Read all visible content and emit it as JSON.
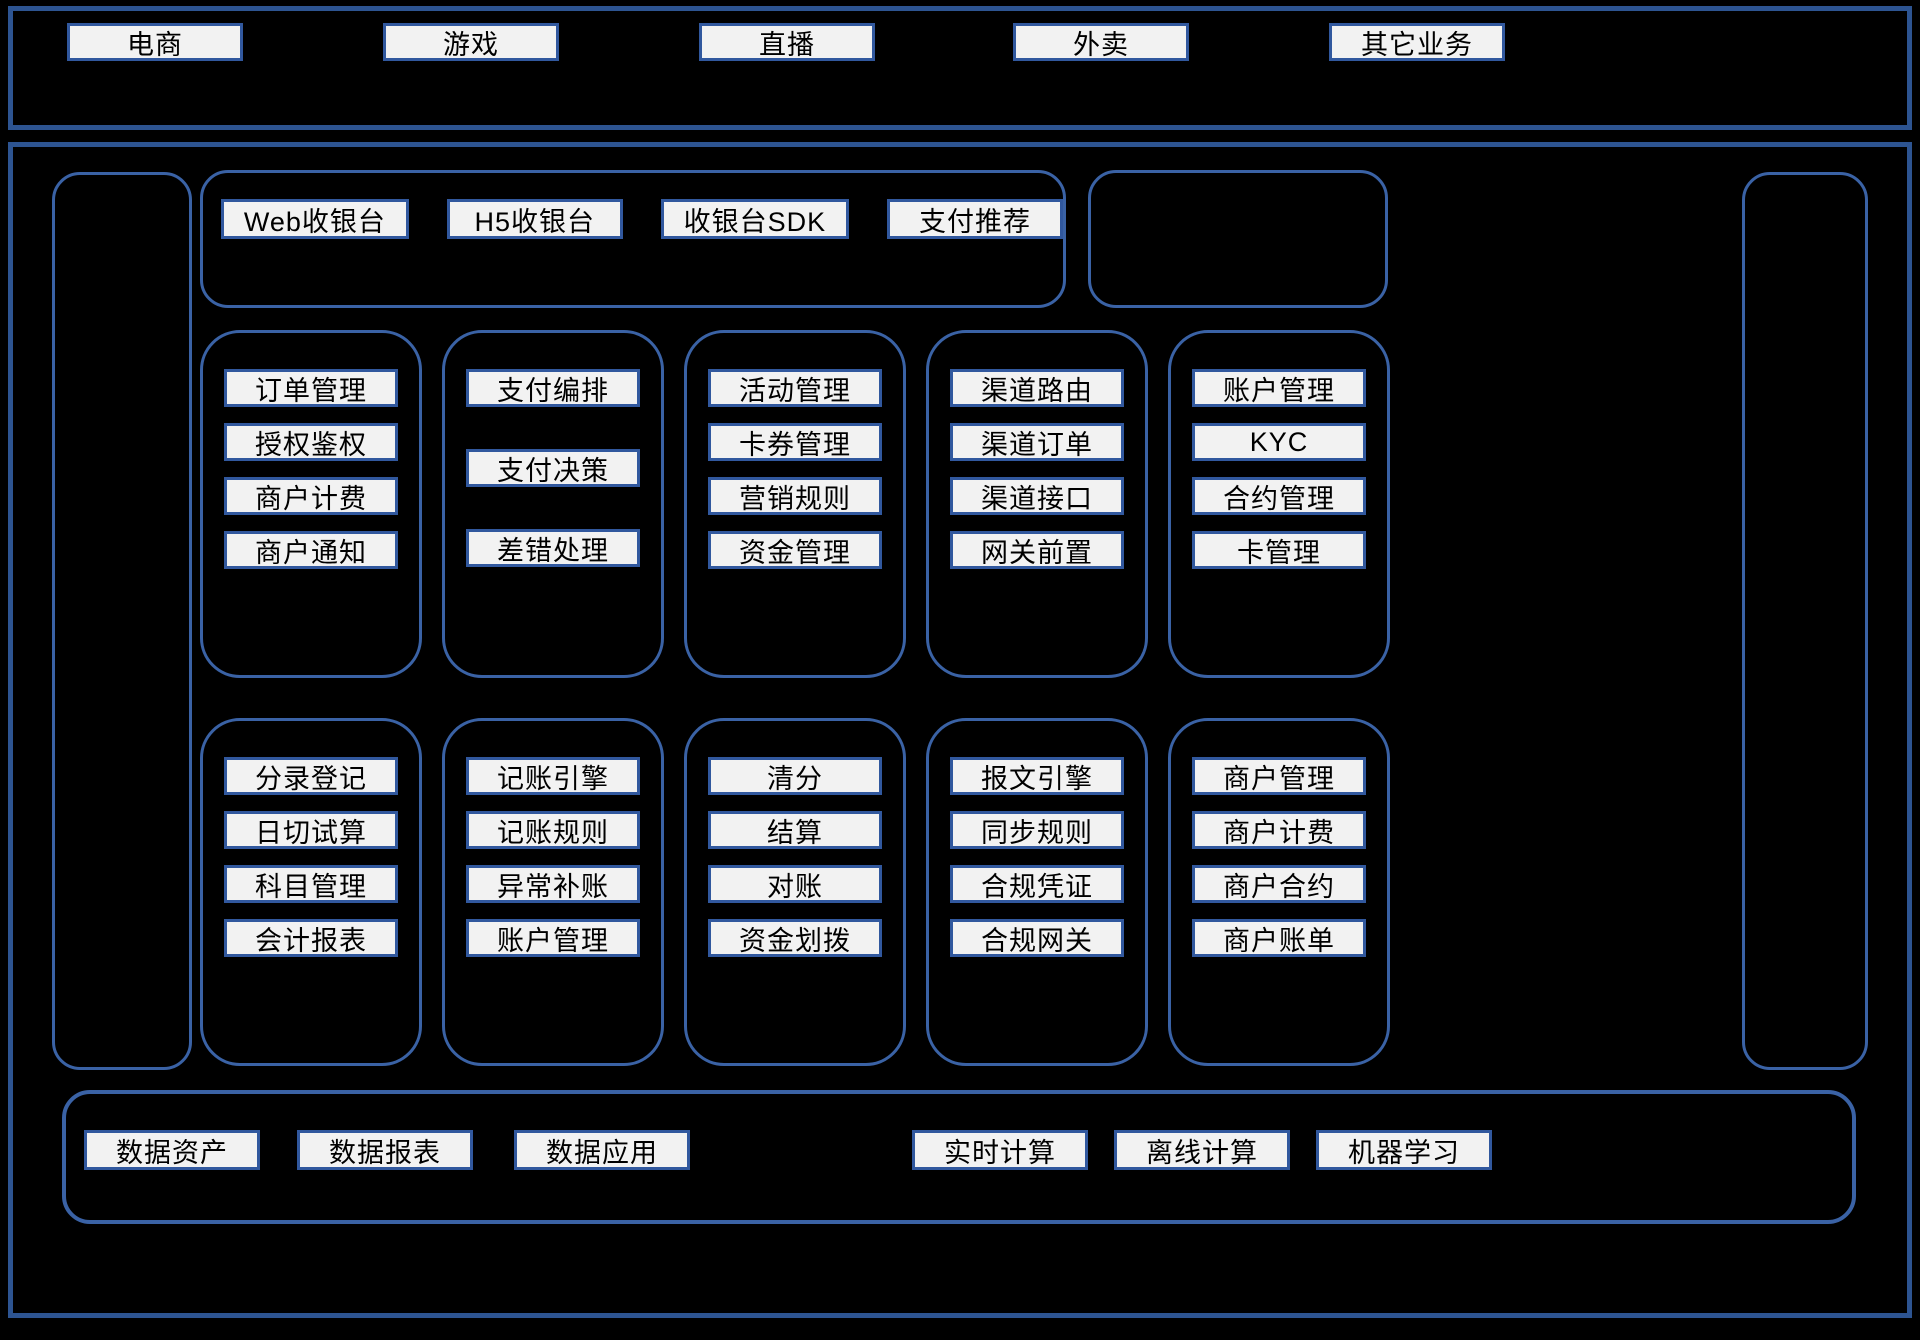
{
  "colors": {
    "canvas_bg": "#000000",
    "frame_border": "#2d5491",
    "container_border": "#3a62a5",
    "chip_bg": "#f2f2f2",
    "chip_border": "#31589e",
    "chip_text": "#000000"
  },
  "business_layer": {
    "items": [
      "电商",
      "游戏",
      "直播",
      "外卖",
      "其它业务"
    ]
  },
  "access_layer": {
    "items": [
      "Web收银台",
      "H5收银台",
      "收银台SDK",
      "支付推荐"
    ]
  },
  "middle_row": [
    {
      "items": [
        "订单管理",
        "授权鉴权",
        "商户计费",
        "商户通知"
      ]
    },
    {
      "items": [
        "支付编排",
        "支付决策",
        "差错处理"
      ]
    },
    {
      "items": [
        "活动管理",
        "卡券管理",
        "营销规则",
        "资金管理"
      ]
    },
    {
      "items": [
        "渠道路由",
        "渠道订单",
        "渠道接口",
        "网关前置"
      ]
    },
    {
      "items": [
        "账户管理",
        "KYC",
        "合约管理",
        "卡管理"
      ]
    }
  ],
  "bottom_row": [
    {
      "items": [
        "分录登记",
        "日切试算",
        "科目管理",
        "会计报表"
      ]
    },
    {
      "items": [
        "记账引擎",
        "记账规则",
        "异常补账",
        "账户管理"
      ]
    },
    {
      "items": [
        "清分",
        "结算",
        "对账",
        "资金划拨"
      ]
    },
    {
      "items": [
        "报文引擎",
        "同步规则",
        "合规凭证",
        "合规网关"
      ]
    },
    {
      "items": [
        "商户管理",
        "商户计费",
        "商户合约",
        "商户账单"
      ]
    }
  ],
  "data_layer": {
    "left_items": [
      "数据资产",
      "数据报表",
      "数据应用"
    ],
    "right_items": [
      "实时计算",
      "离线计算",
      "机器学习"
    ]
  }
}
